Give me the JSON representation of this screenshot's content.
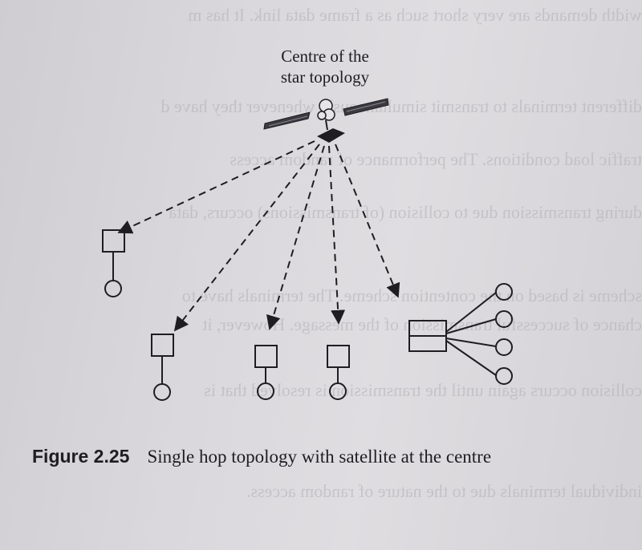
{
  "diagram": {
    "centre_label_line1": "Centre of the",
    "centre_label_line2": "star topology"
  },
  "figure": {
    "number": "Figure 2.25",
    "caption": "Single hop topology with satellite at the centre"
  },
  "colors": {
    "ink": "#1e1d22",
    "paper": "#dcdadd"
  }
}
